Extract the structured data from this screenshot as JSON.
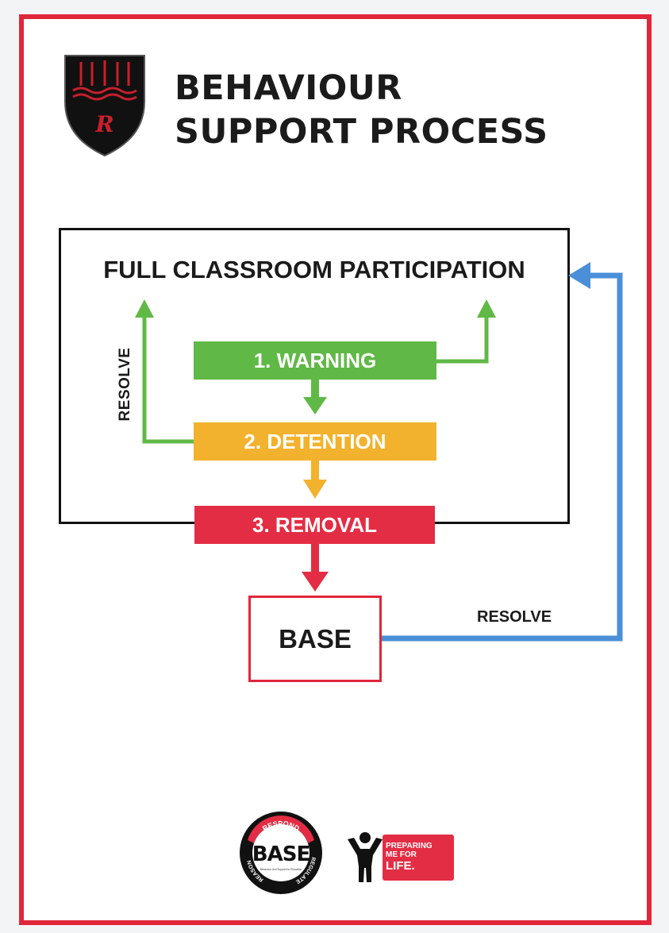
{
  "poster": {
    "title_line1": "BEHAVIOUR",
    "title_line2": "SUPPORT PROCESS",
    "crest_letter": "R"
  },
  "flow": {
    "top_label": "FULL CLASSROOM PARTICIPATION",
    "steps": [
      {
        "label": "1. WARNING",
        "color": "#60b946"
      },
      {
        "label": "2. DETENTION",
        "color": "#f2b22d"
      },
      {
        "label": "3. REMOVAL",
        "color": "#e32d44"
      }
    ],
    "base_label": "BASE",
    "resolve_left": "RESOLVE",
    "resolve_right": "RESOLVE",
    "colors": {
      "green": "#60b946",
      "amber": "#f2b22d",
      "red": "#e32d44",
      "blue": "#4a8fd8",
      "frame": "#e0263a"
    }
  },
  "footer": {
    "base_logo": {
      "arc_top": "RESPOND",
      "arc_left": "REASON",
      "arc_right": "REGULATE",
      "word": "BASE",
      "tagline": "Behaviour And Support for Education"
    },
    "pmfl_logo": {
      "line1": "PREPARING",
      "line2": "ME FOR",
      "line3": "LIFE."
    }
  }
}
